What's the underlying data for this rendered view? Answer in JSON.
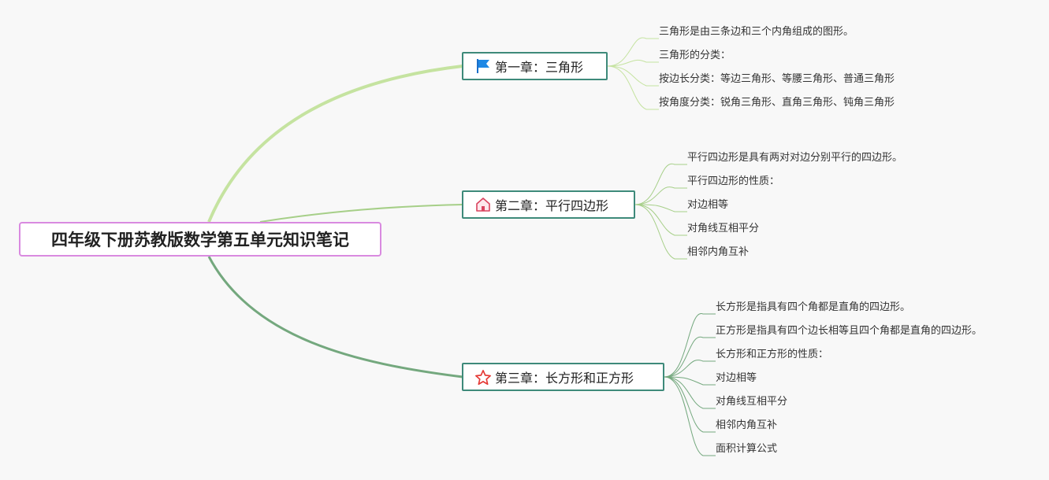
{
  "root": {
    "title": "四年级下册苏教版数学第五单元知识笔记"
  },
  "branches": [
    {
      "title": "第一章：三角形",
      "icon": "flag-icon",
      "color": "#c5e3a0",
      "items": [
        "三角形是由三条边和三个内角组成的图形。",
        "三角形的分类：",
        "按边长分类：等边三角形、等腰三角形、普通三角形",
        "按角度分类：锐角三角形、直角三角形、钝角三角形"
      ]
    },
    {
      "title": "第二章：平行四边形",
      "icon": "house-icon",
      "color": "#a6cf88",
      "items": [
        "平行四边形是具有两对对边分别平行的四边形。",
        "平行四边形的性质：",
        "对边相等",
        "对角线互相平分",
        "相邻内角互补"
      ]
    },
    {
      "title": "第三章：长方形和正方形",
      "icon": "star-icon",
      "color": "#74a87e",
      "items": [
        "长方形是指具有四个角都是直角的四边形。",
        "正方形是指具有四个边长相等且四个角都是直角的四边形。",
        "长方形和正方形的性质：",
        "对边相等",
        "对角线互相平分",
        "相邻内角互补",
        "面积计算公式"
      ]
    }
  ]
}
